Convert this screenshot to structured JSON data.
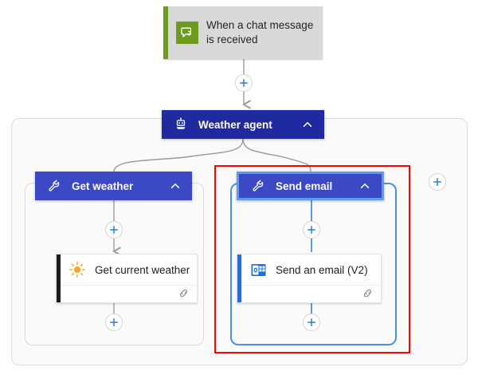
{
  "canvas": {
    "background": "#ffffff",
    "surface": "#fafafa",
    "selection_color": "#ff0000",
    "focus_color": "#4a90e2"
  },
  "trigger": {
    "title": "When a chat message is received",
    "icon": "teams-chat-icon",
    "accent_color": "#6e9b1f",
    "background": "#d9d9d9"
  },
  "agent": {
    "label": "Weather agent",
    "icon": "agent-robot-icon",
    "chevron": "chevron-up-icon",
    "color": "#1f29a0"
  },
  "branches": [
    {
      "label": "Get weather",
      "icon": "wrench-icon",
      "chevron": "chevron-up-icon",
      "color": "#3b4ac4",
      "selected": false,
      "action": {
        "label": "Get current weather",
        "icon": "sun-icon",
        "accent_color": "#1a1a1a",
        "footer_icon": "connector-link-icon"
      }
    },
    {
      "label": "Send email",
      "icon": "wrench-icon",
      "chevron": "chevron-up-icon",
      "color": "#3b4ac4",
      "selected": true,
      "action": {
        "label": "Send an email (V2)",
        "icon": "outlook-icon",
        "accent_color": "#2b6cd4",
        "footer_icon": "connector-link-icon"
      }
    }
  ],
  "add_buttons": {
    "icon": "plus-icon",
    "color": "#2b7cd3",
    "labels": {
      "after_trigger": "Insert a new step after the trigger",
      "get_weather_top": "Insert a new step in Get weather",
      "get_weather_bottom": "Add an action to Get weather",
      "send_email_top": "Insert a new step in Send email",
      "send_email_bottom": "Add an action to Send email",
      "add_tool": "Add a tool to the agent"
    }
  }
}
